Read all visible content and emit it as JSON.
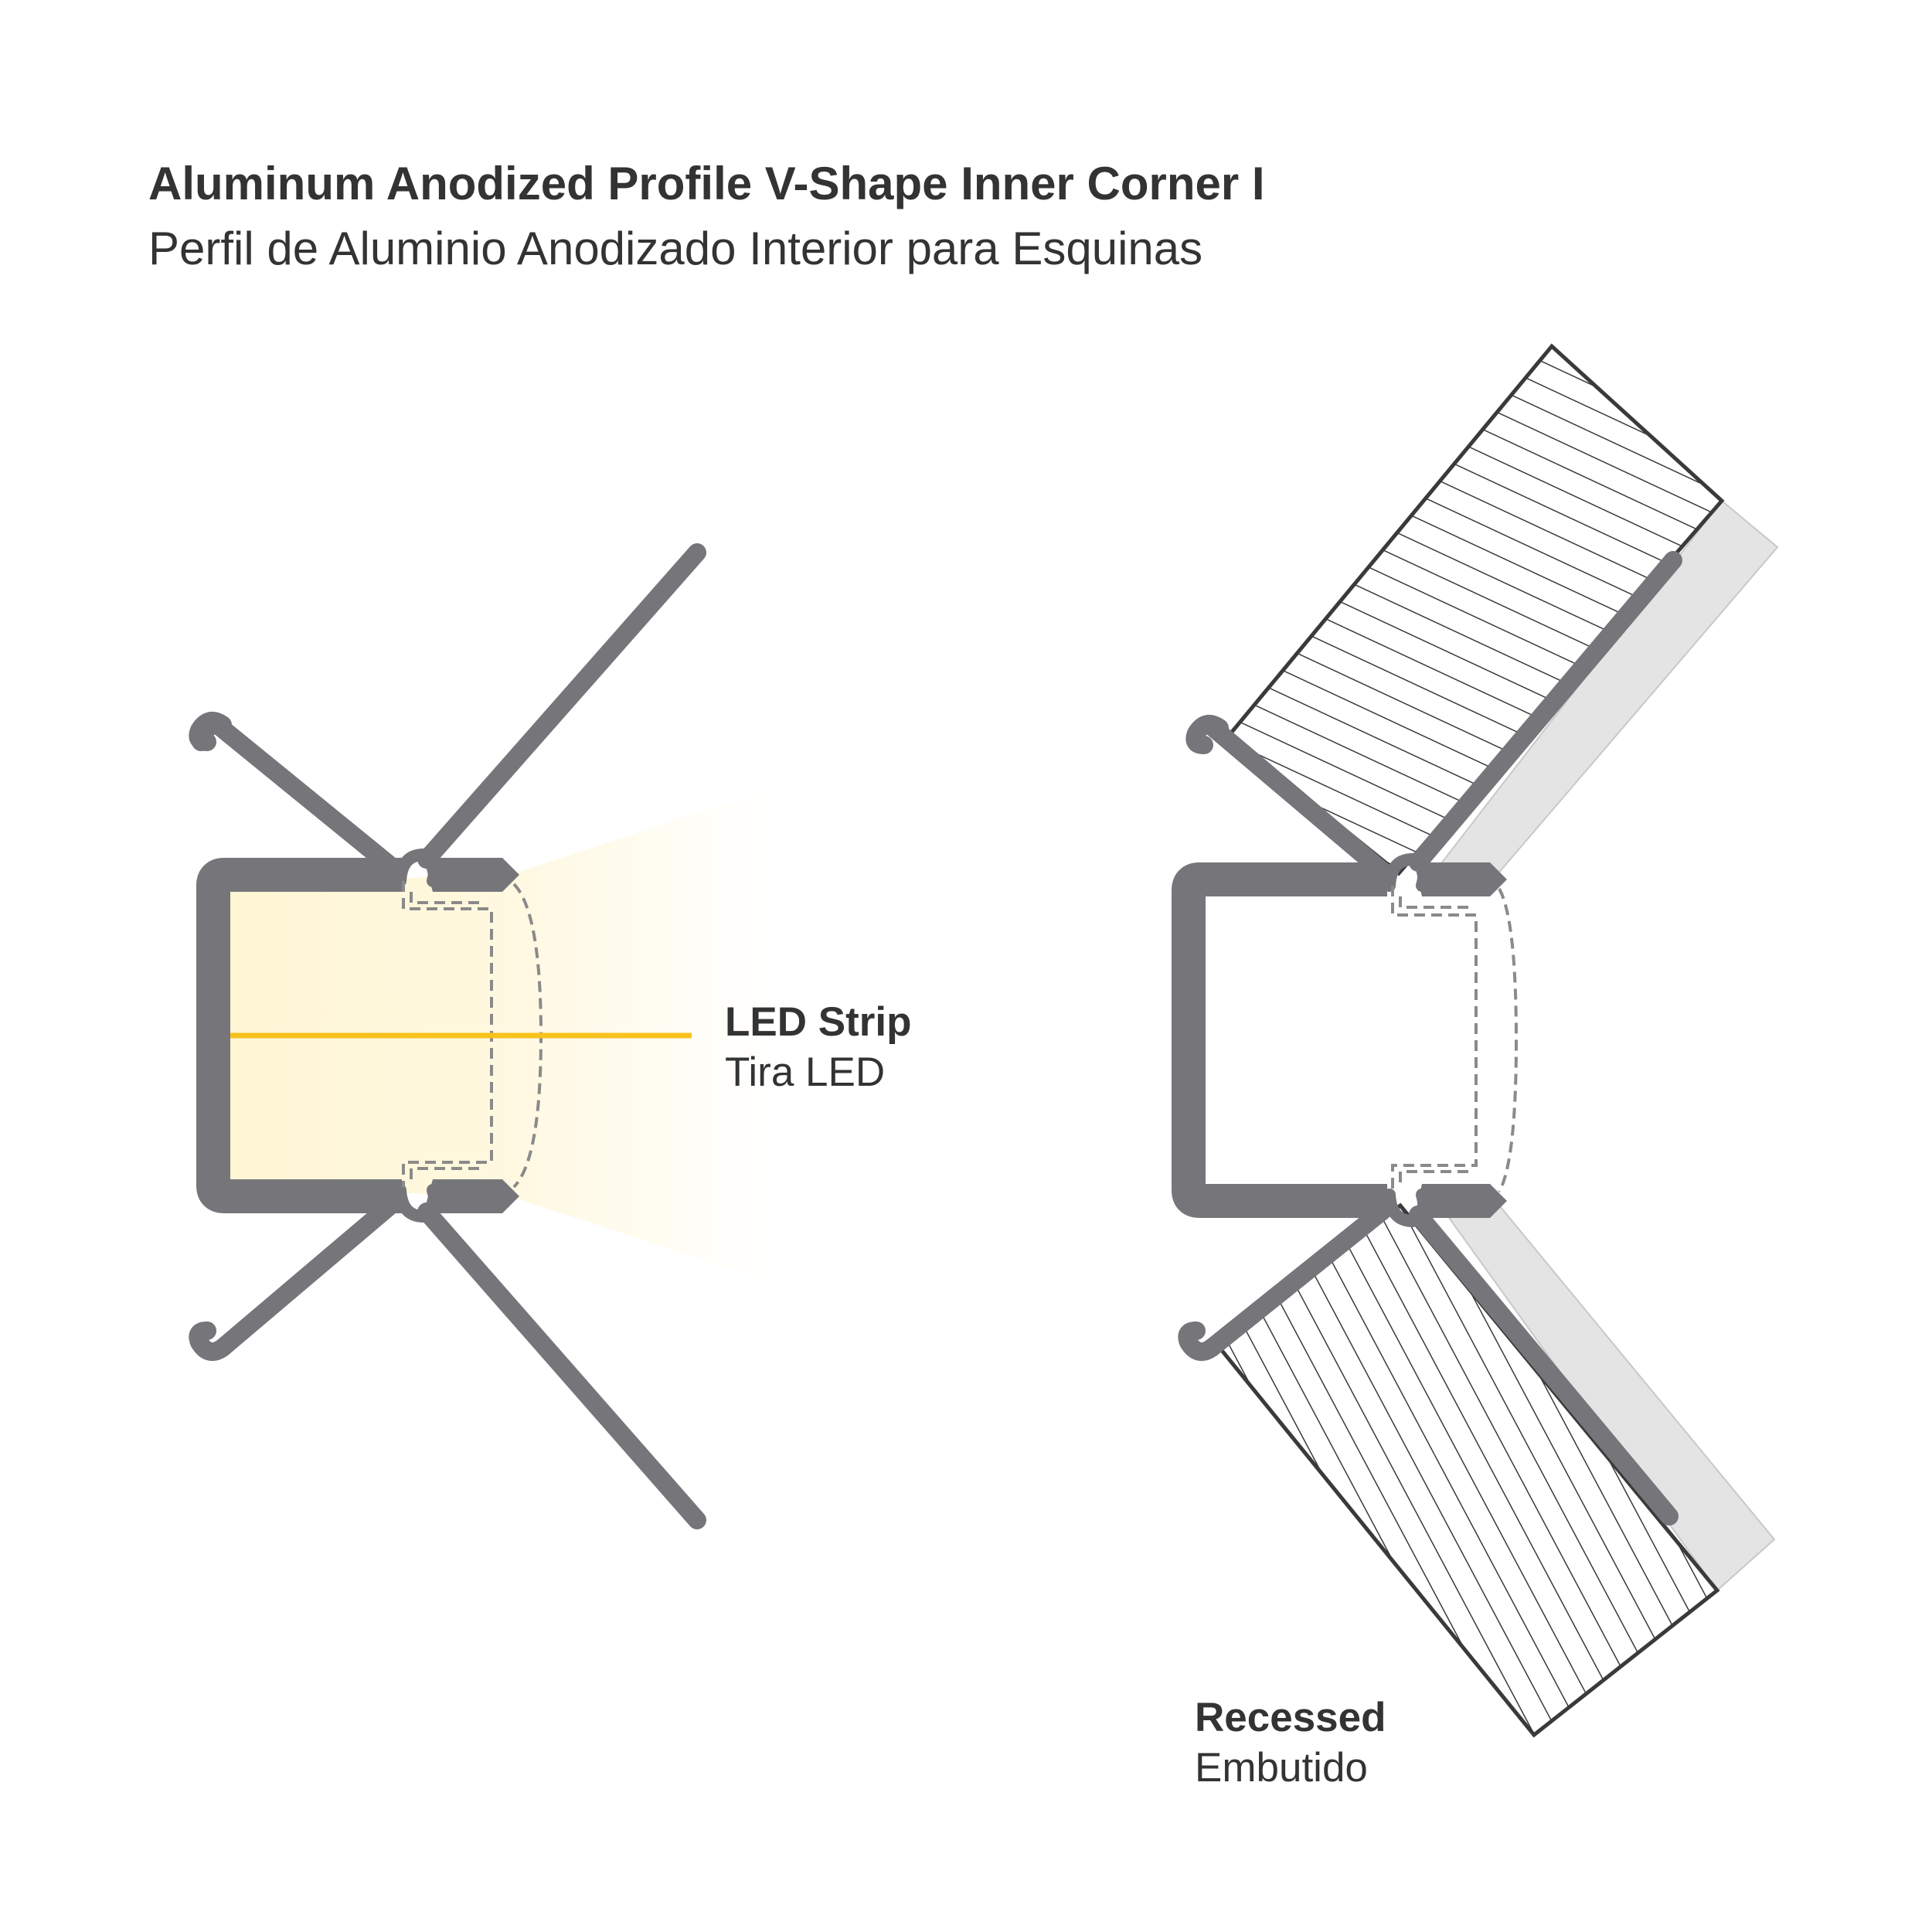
{
  "title": {
    "line1": "Aluminum Anodized Profile V-Shape Inner Corner I",
    "line2": "Perfil de Aluminio Anodizado Interior para Esquinas"
  },
  "callouts": {
    "led_strip": {
      "label": "LED Strip",
      "sublabel": "Tira LED"
    },
    "recessed": {
      "label": "Recessed",
      "sublabel": "Embutido"
    }
  },
  "colors": {
    "profile": "#76767a",
    "led_strip": "#f7c21c",
    "glow": "#fff6d5",
    "diffuser_dash": "#8a8a8a",
    "hatch": "#3a3a3a",
    "wall_shade": "#e4e4e4",
    "text": "#333333"
  }
}
